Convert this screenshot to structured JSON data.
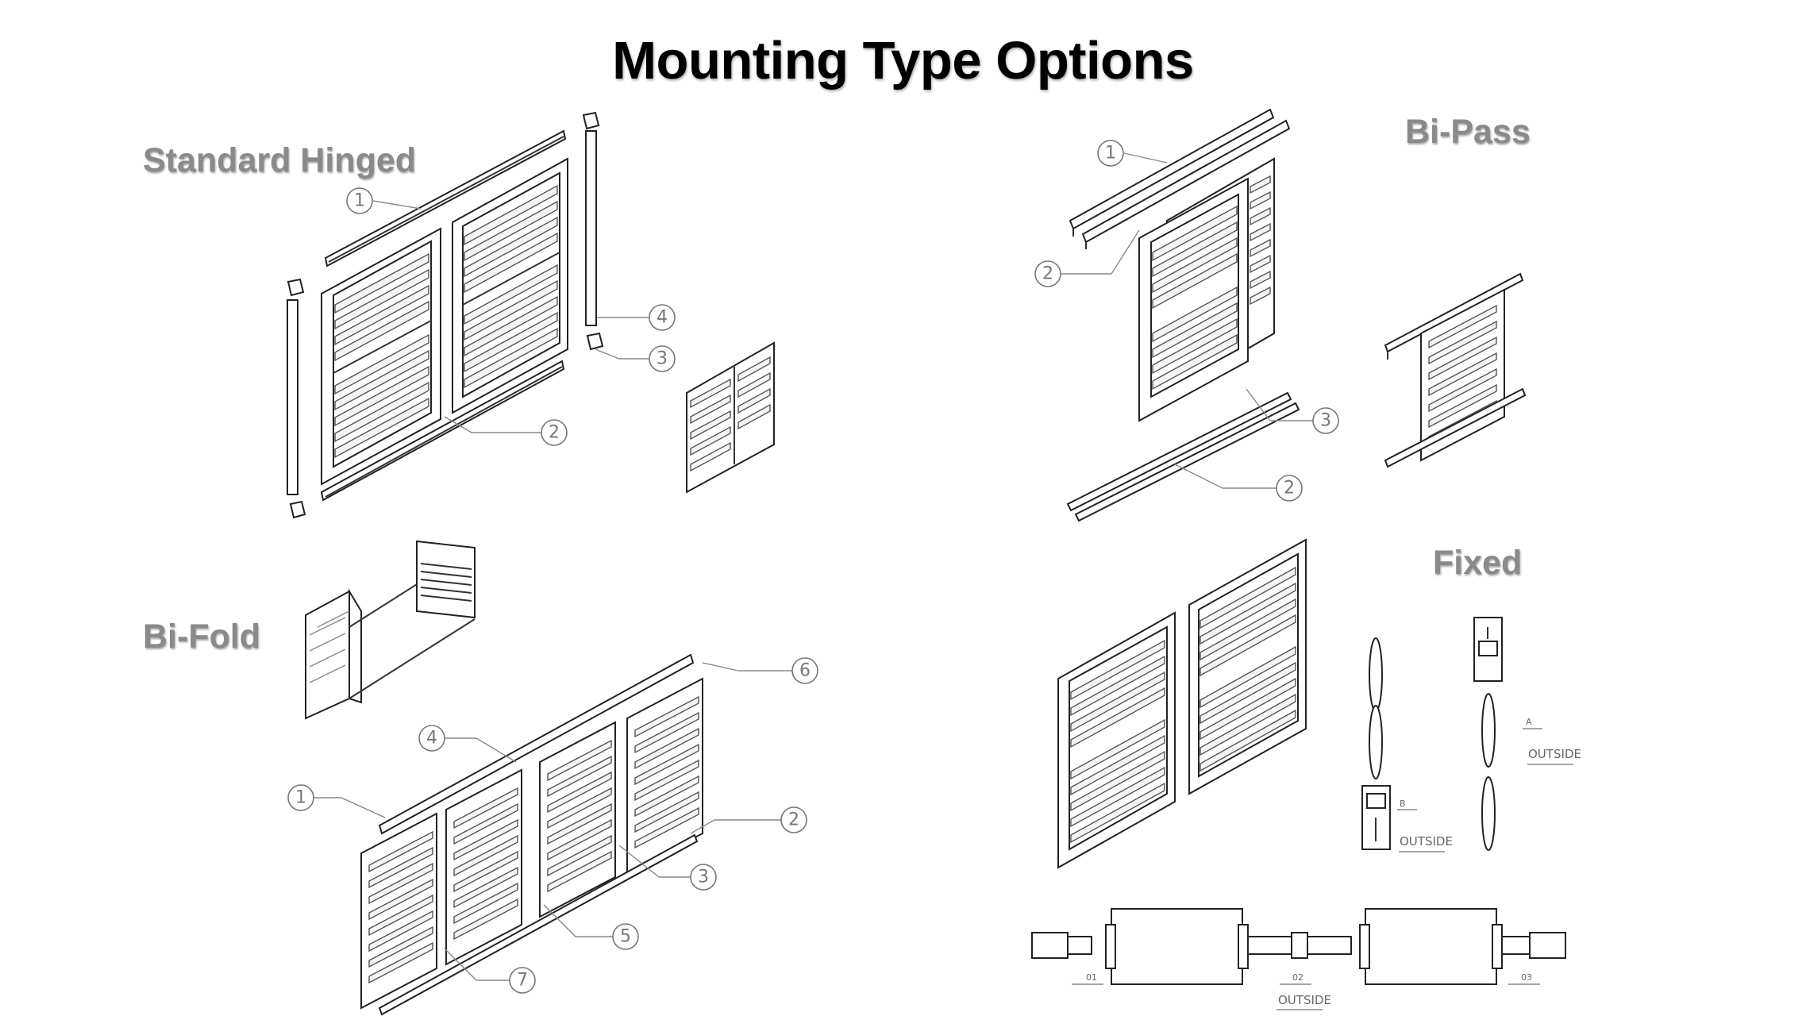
{
  "page": {
    "title": "Mounting Type Options"
  },
  "sections": {
    "standard_hinged": {
      "label": "Standard Hinged",
      "callouts": [
        "1",
        "2",
        "3",
        "4"
      ]
    },
    "bi_pass": {
      "label": "Bi-Pass",
      "callouts": [
        "1",
        "2",
        "3",
        "2"
      ]
    },
    "bi_fold": {
      "label": "Bi-Fold",
      "callouts": [
        "1",
        "2",
        "3",
        "4",
        "5",
        "6",
        "7"
      ]
    },
    "fixed": {
      "label": "Fixed",
      "detail_labels": {
        "a": "A",
        "b": "B",
        "outside_1": "OUTSIDE",
        "outside_2": "OUTSIDE",
        "outside_3": "OUTSIDE",
        "n01": "01",
        "n02": "02",
        "n03": "03"
      }
    }
  }
}
